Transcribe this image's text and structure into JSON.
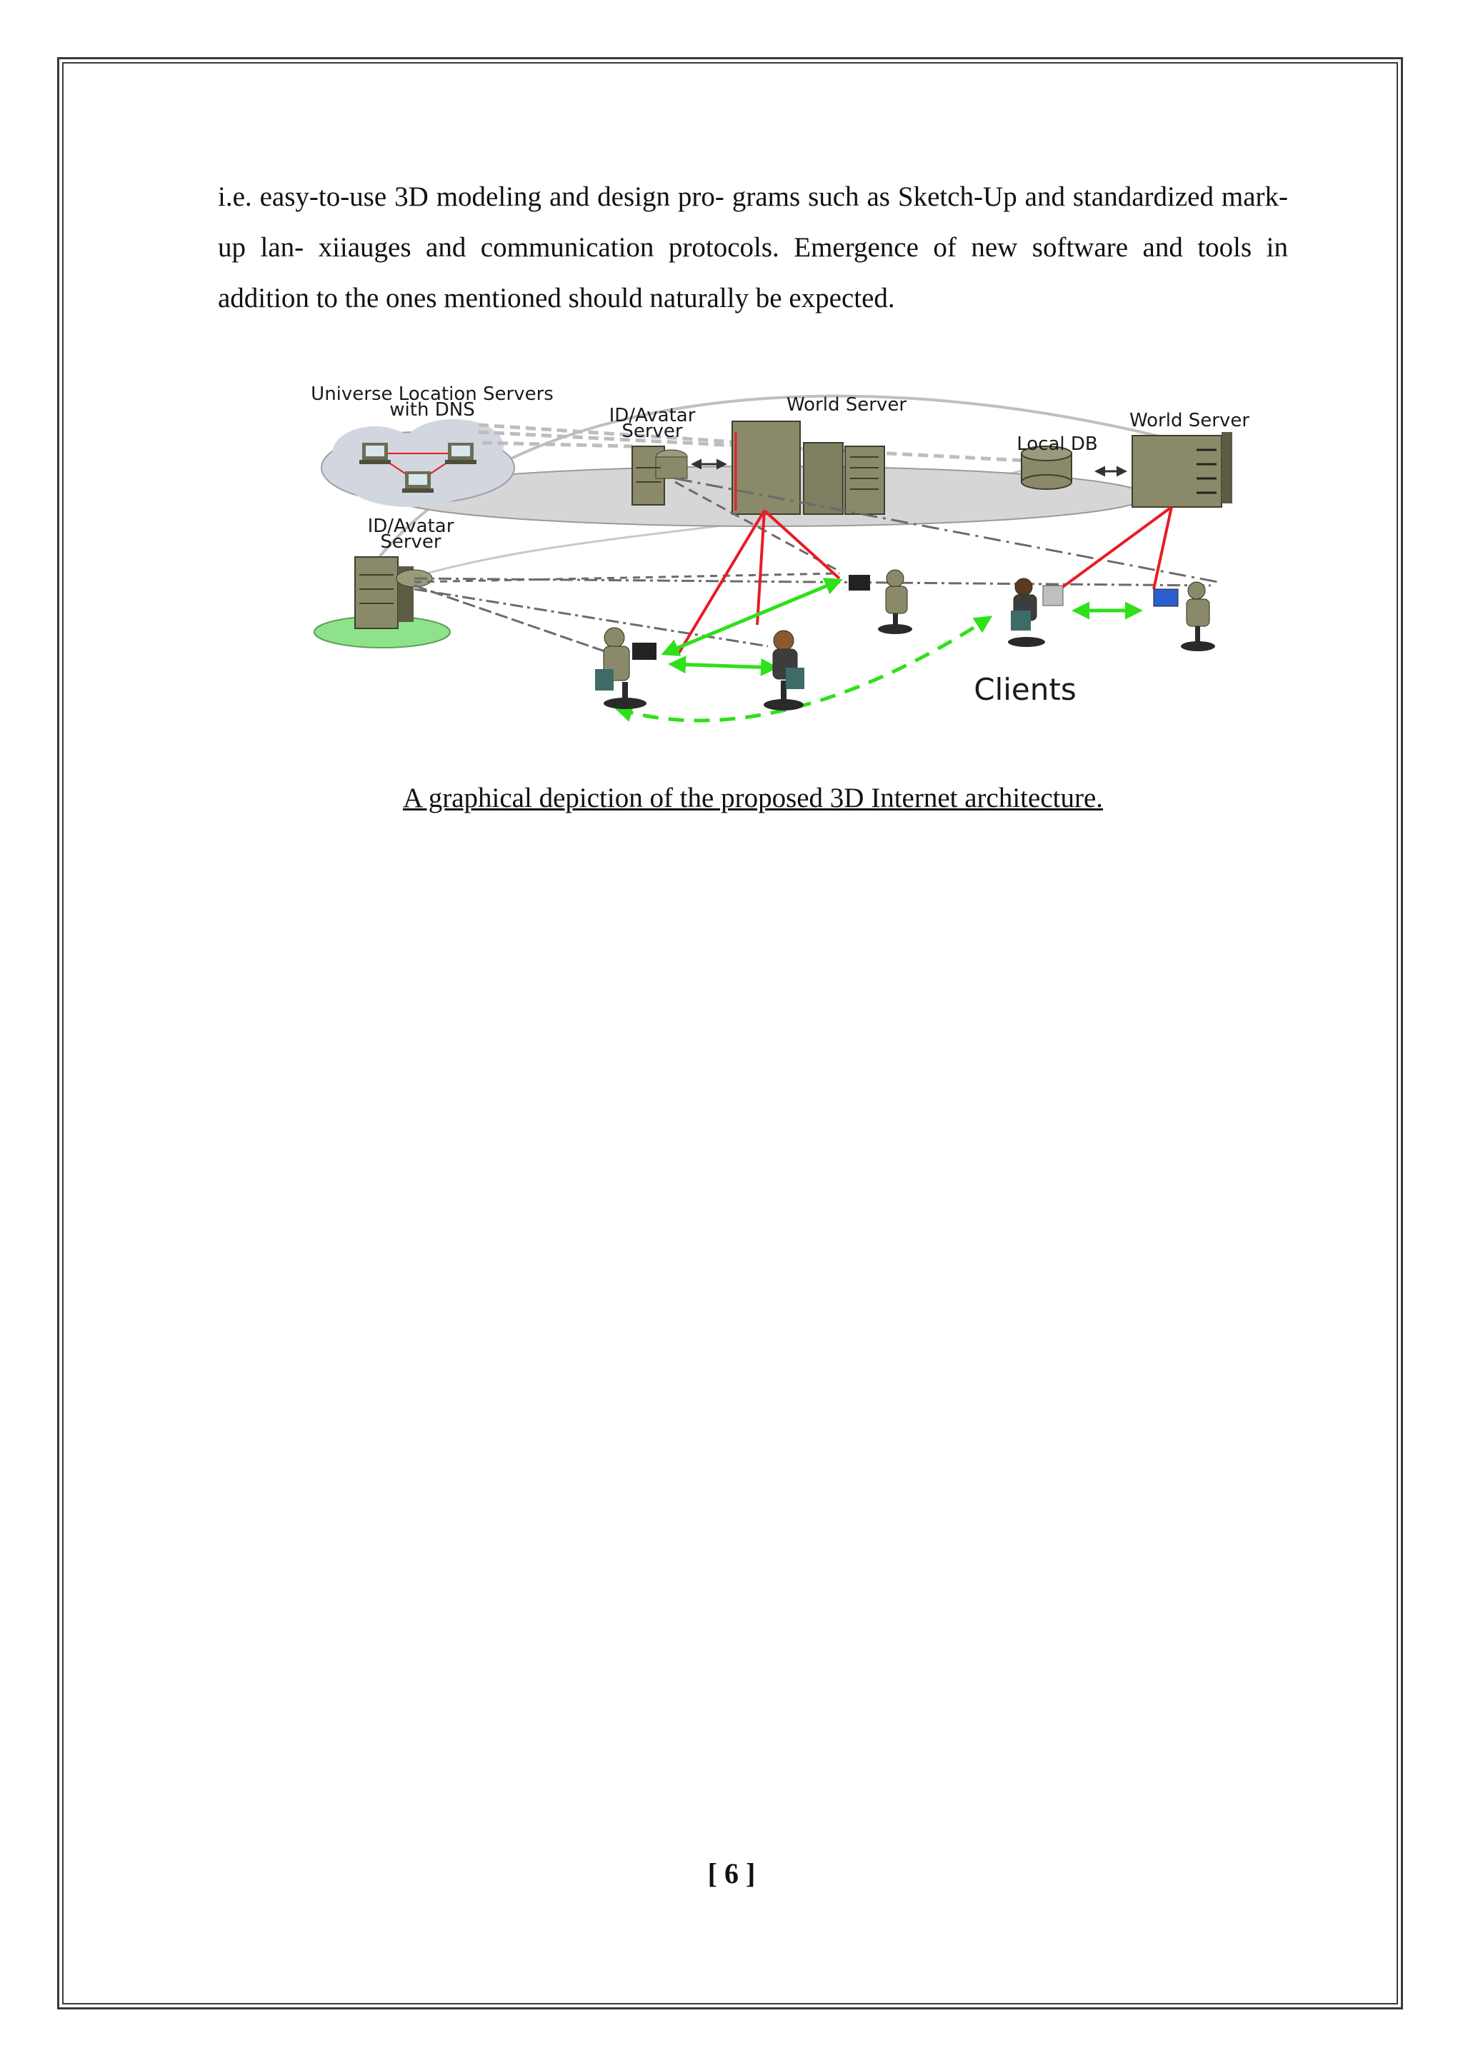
{
  "body_text": "i.e. easy-to-use 3D modeling and design pro- grams such as Sketch-Up and standardized mark-up lan- xiiauges and communication protocols. Emergence of new software and tools in addition to the ones mentioned should naturally be expected.",
  "figure": {
    "labels": {
      "universe_servers_line1": "Universe Location Servers",
      "universe_servers_line2": "with DNS",
      "id_avatar_top_line1": "ID/Avatar",
      "id_avatar_top_line2": "Server",
      "world_server_main": "World Server",
      "local_db": "Local DB",
      "world_server_right": "World Server",
      "id_avatar_left_line1": "ID/Avatar",
      "id_avatar_left_line2": "Server",
      "clients": "Clients"
    },
    "colors": {
      "server_body": "#8a8a6a",
      "server_dark": "#5c5c44",
      "red_link": "#e81c24",
      "green_link": "#2fe01a",
      "platform": "#d6d6d6",
      "cloud": "#d2d6df",
      "id_base": "#8ee38a"
    }
  },
  "caption": "A graphical depiction of the proposed 3D Internet architecture.",
  "page_number": "[ 6 ]"
}
